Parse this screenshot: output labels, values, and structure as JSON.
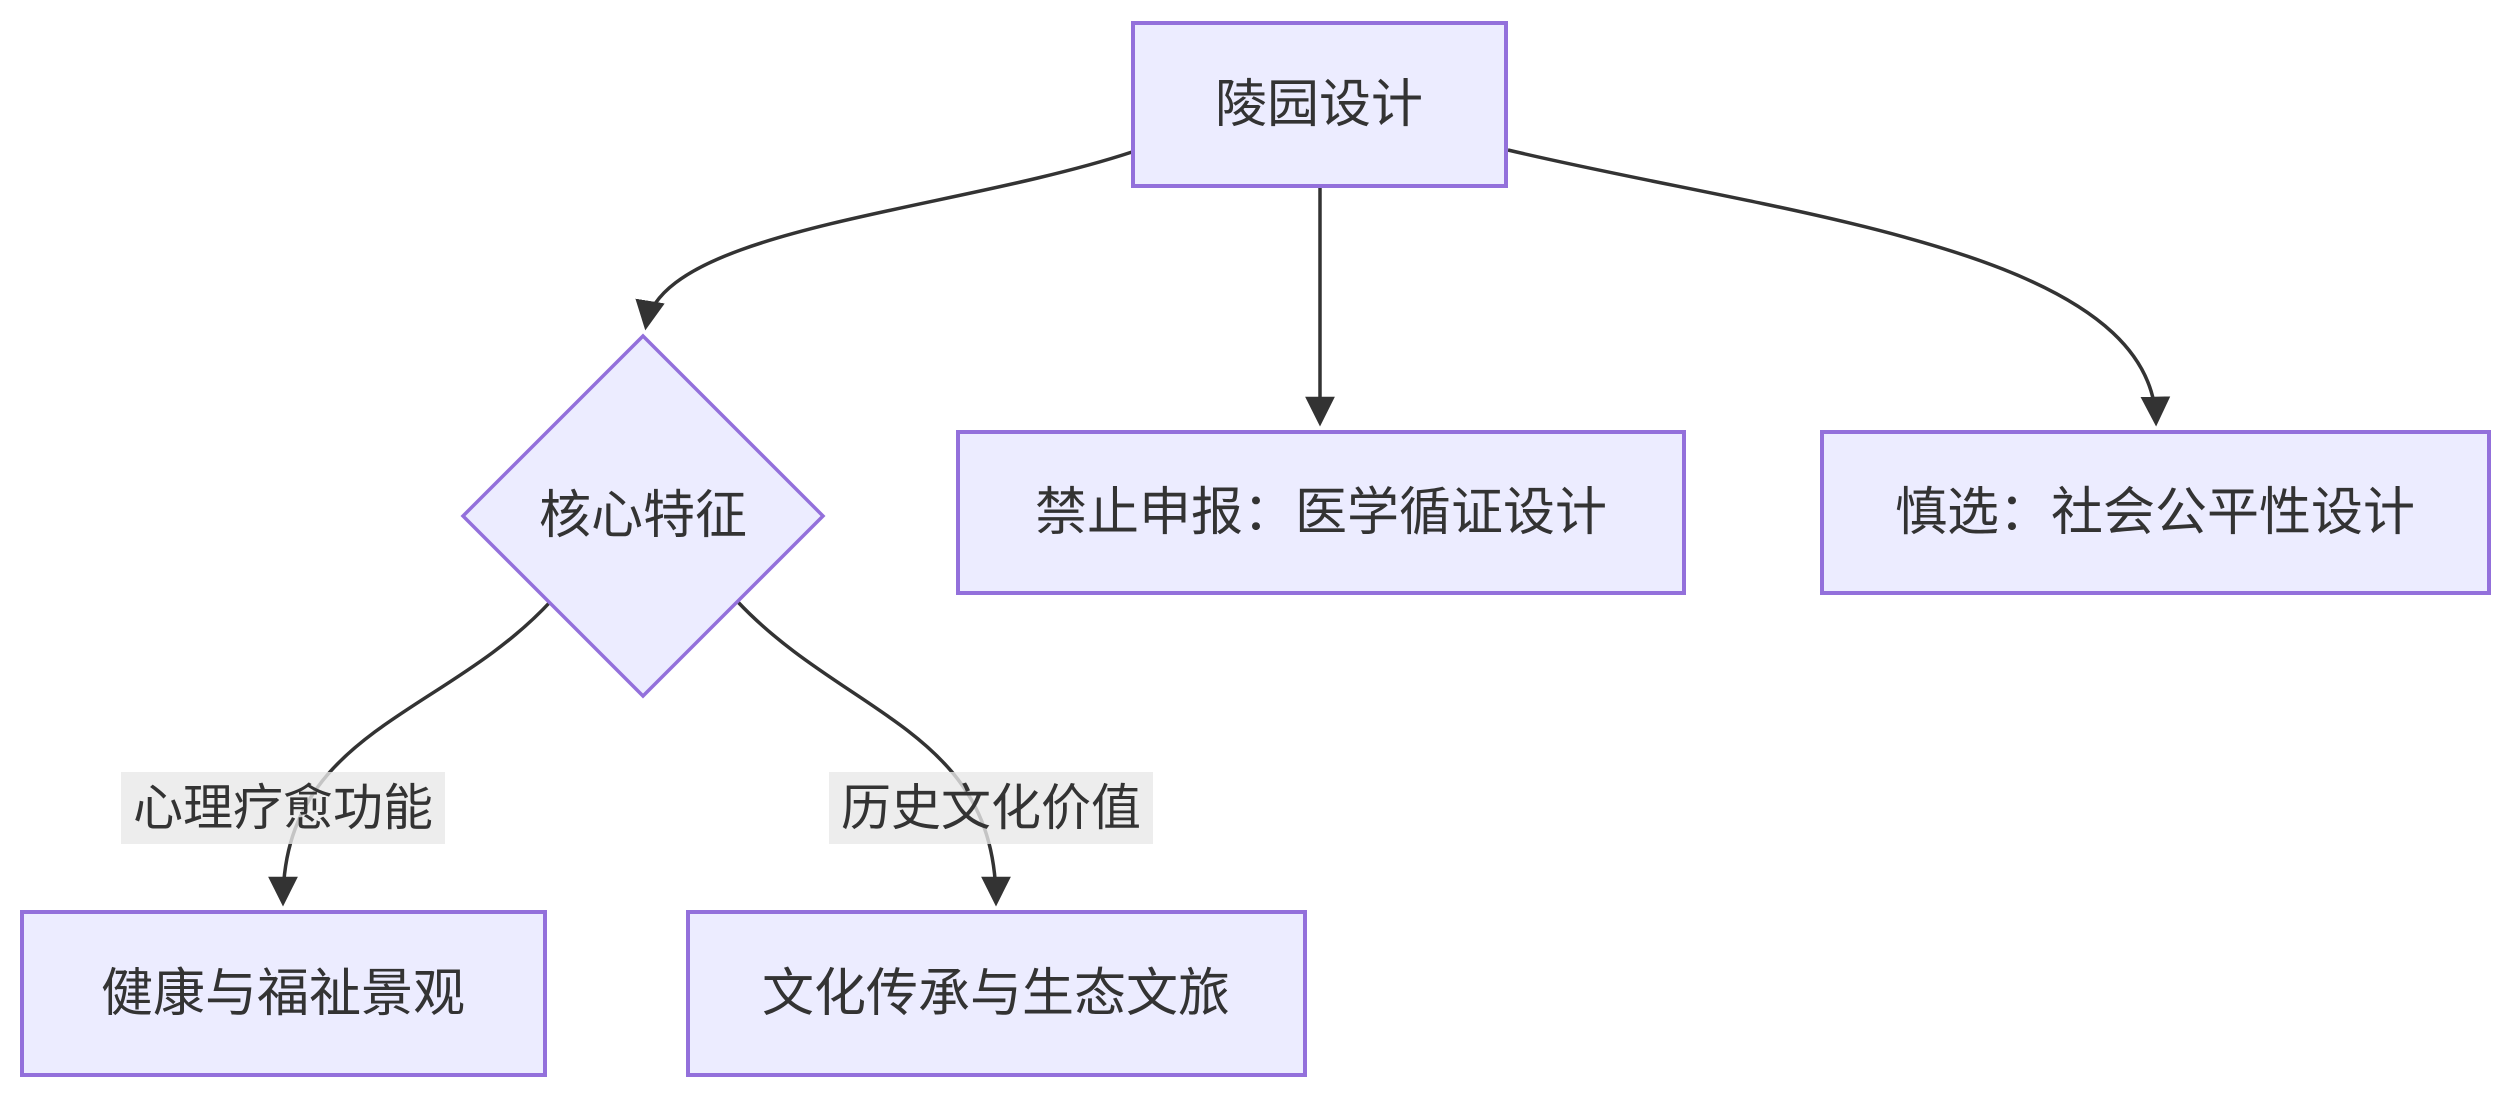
{
  "diagram": {
    "type": "flowchart",
    "background": "#ffffff",
    "colors": {
      "node_fill": "#ECECFF",
      "node_border": "#9370DB",
      "edge_line": "#333333",
      "text": "#333333",
      "edge_label_bg": "#e8e8e8"
    },
    "nodes": [
      {
        "id": "root",
        "label": "陵园设计",
        "shape": "rect"
      },
      {
        "id": "core",
        "label": "核心特征",
        "shape": "diamond"
      },
      {
        "id": "forbidden",
        "label": "禁止申报：医学循证设计",
        "shape": "rect"
      },
      {
        "id": "caution",
        "label": "慎选：社会公平性设计",
        "shape": "rect"
      },
      {
        "id": "health",
        "label": "健康与福祉景观",
        "shape": "rect"
      },
      {
        "id": "culture",
        "label": "文化传承与生态文旅",
        "shape": "rect"
      }
    ],
    "edges": [
      {
        "from": "root",
        "to": "core",
        "label": ""
      },
      {
        "from": "root",
        "to": "forbidden",
        "label": ""
      },
      {
        "from": "root",
        "to": "caution",
        "label": ""
      },
      {
        "from": "core",
        "to": "health",
        "label": "心理疗愈功能"
      },
      {
        "from": "core",
        "to": "culture",
        "label": "历史文化价值"
      }
    ]
  }
}
